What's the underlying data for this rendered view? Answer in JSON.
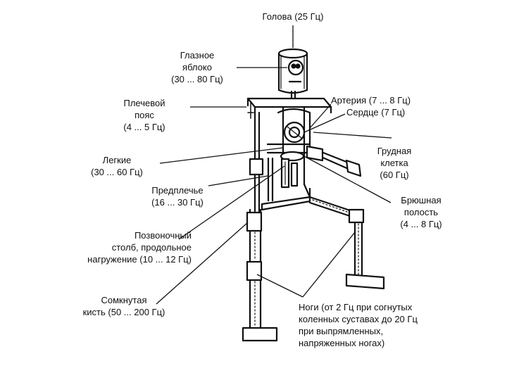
{
  "labels": {
    "head": [
      "Голова (25 Гц)"
    ],
    "eyeball": [
      "Глазное",
      "яблоко",
      "(30 ... 80 Гц)"
    ],
    "shoulder_girdle": [
      "Плечевой",
      "пояс",
      "(4 ... 5 Гц)"
    ],
    "artery_heart": [
      "Артерия (7 ... 8 Гц)",
      "Сердце (7 Гц)"
    ],
    "lungs": [
      "Легкие",
      "(30 ... 60 Гц)"
    ],
    "chest": [
      "Грудная",
      "клетка",
      "(60 Гц)"
    ],
    "forearm": [
      "Предплечье",
      "(16 ... 30 Гц)"
    ],
    "abdomen": [
      "Брюшная",
      "полость",
      "(4 ... 8 Гц)"
    ],
    "spine": [
      "Позвоночный",
      "столб, продольное",
      "нагружение (10 ... 12 Гц)"
    ],
    "fist": [
      "Сомкнутая",
      "кисть (50 ... 200 Гц)"
    ],
    "legs": [
      "Ноги (от 2 Гц при согнутых",
      "коленных суставах до 20 Гц",
      "при выпрямленных,",
      "напряженных ногах)"
    ]
  }
}
